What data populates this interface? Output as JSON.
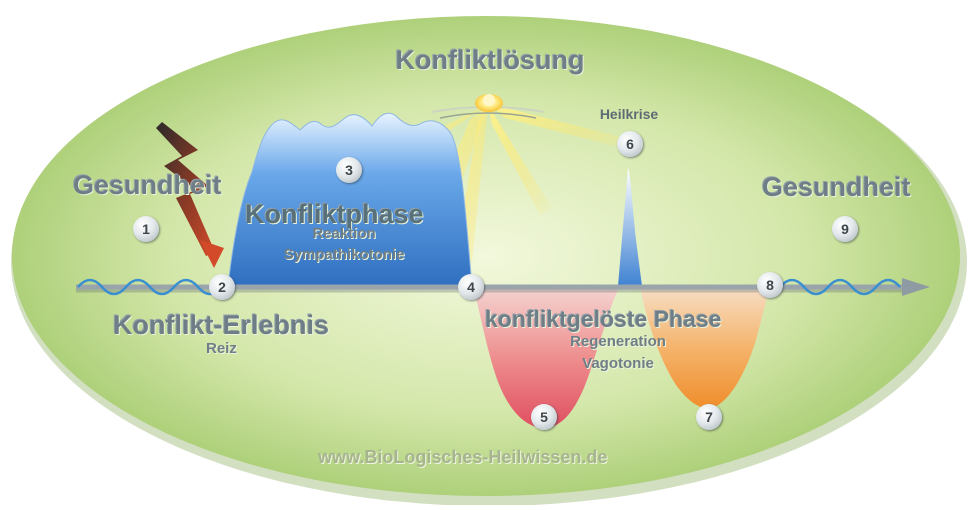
{
  "title": "Konfliktlösung",
  "left_health": "Gesundheit",
  "right_health": "Gesundheit",
  "conflict_event": {
    "title": "Konflikt-Erlebnis",
    "sub": "Reiz"
  },
  "conflict_phase": {
    "title": "Konfliktphase",
    "sub1": "Reaktion",
    "sub2": "Sympathikotonie"
  },
  "resolved_phase": {
    "title": "konfliktgelöste Phase",
    "sub1": "Regeneration",
    "sub2": "Vagotonie"
  },
  "healing_crisis": "Heilkrise",
  "website": "www.BioLogisches-Heilwissen.de",
  "markers": [
    "1",
    "2",
    "3",
    "4",
    "5",
    "6",
    "7",
    "8",
    "9"
  ],
  "icons": [
    "lightning-bolt-icon",
    "sun-icon",
    "arrow-right-icon"
  ],
  "colors": {
    "ellipse": "#b9d88a",
    "conflict_phase": "#3f88d8",
    "resolved_phase": "#e8646e",
    "late_phase": "#f2a64a",
    "healing_spike": "#4d8fd6",
    "wave": "#3b8fd0",
    "axis": "#8f9ba2"
  }
}
